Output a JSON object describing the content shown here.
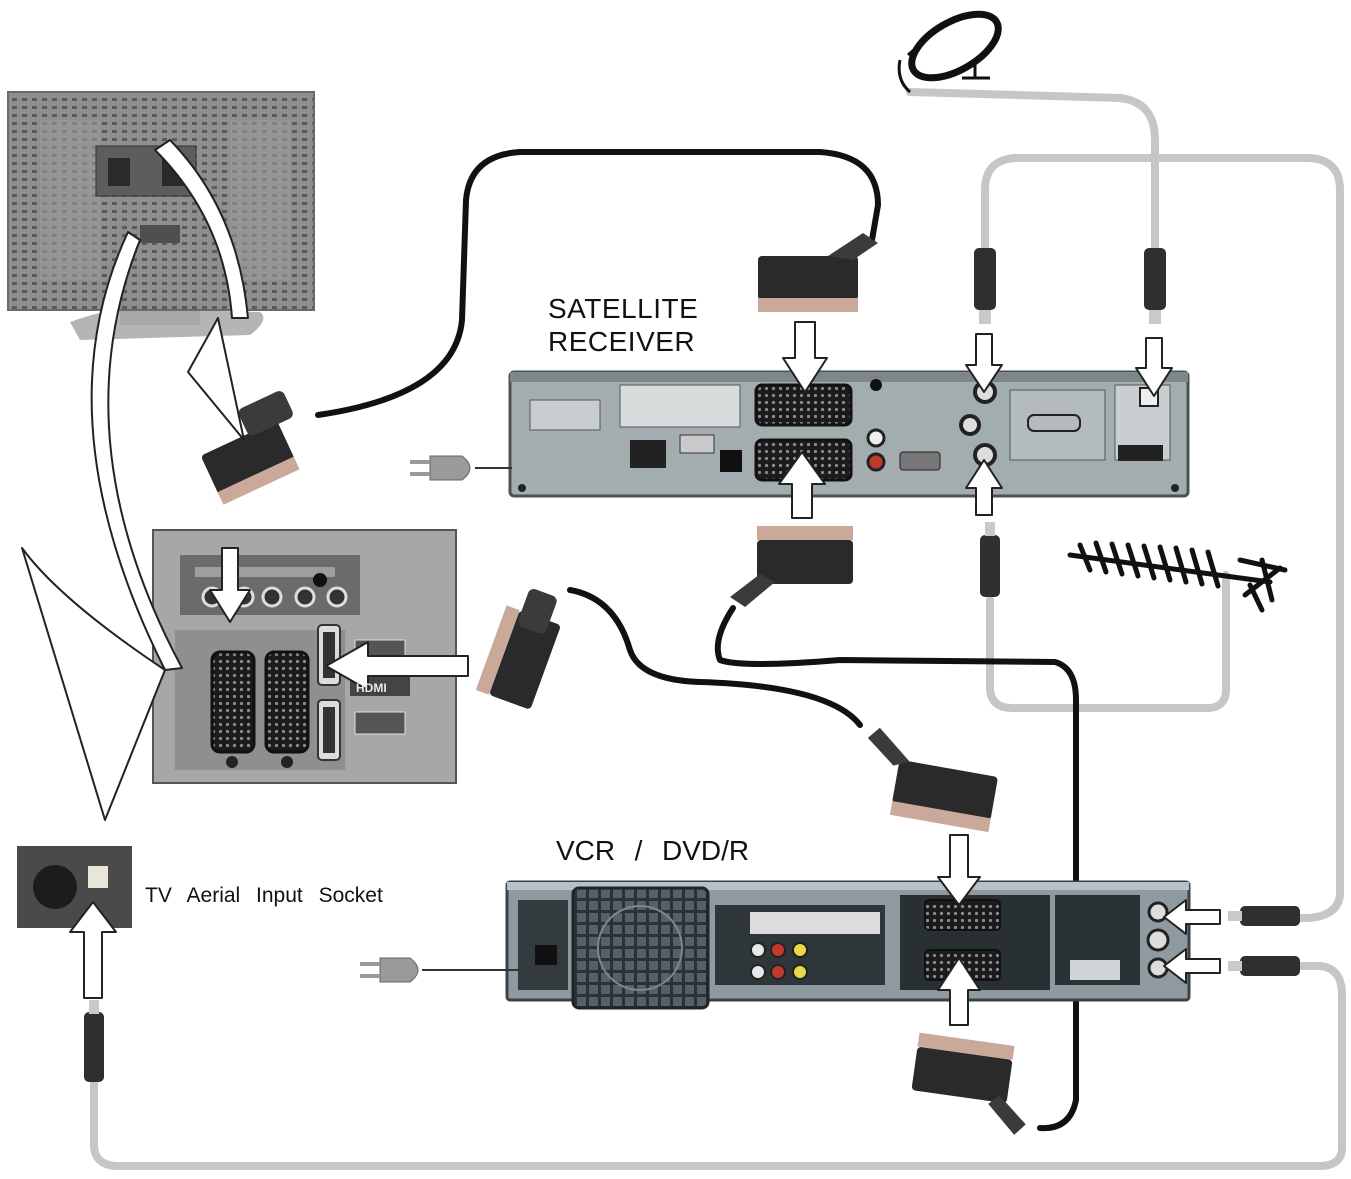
{
  "labels": {
    "satellite_line1": "SATELLITE",
    "satellite_line2": "RECEIVER",
    "vcr_dvd": "VCR  /  DVD/R",
    "tv_aerial_socket": "TV Aerial Input Socket",
    "hdmi": "HDMI"
  },
  "colors": {
    "scart_cable": "#111111",
    "rf_cable": "#c8c8c8",
    "device_panel": "#9aa3a6",
    "arrow_fill": "#ffffff",
    "arrow_stroke": "#222222"
  },
  "icons": [
    "satellite-dish-icon",
    "antenna-icon",
    "power-plug-icon",
    "scart-plug-icon",
    "rf-plug-icon",
    "fan-grille-icon"
  ]
}
